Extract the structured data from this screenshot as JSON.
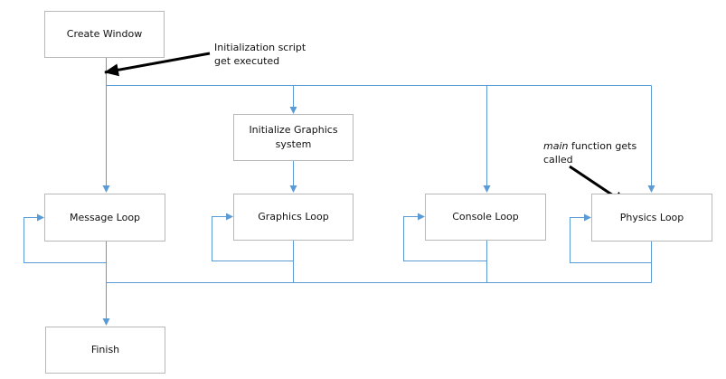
{
  "diagram": {
    "boxes": {
      "create_window": "Create Window",
      "init_graphics_line1": "Initialize Graphics",
      "init_graphics_line2": "system",
      "message_loop": "Message Loop",
      "graphics_loop": "Graphics Loop",
      "console_loop": "Console Loop",
      "physics_loop": "Physics Loop",
      "finish": "Finish"
    },
    "annotations": {
      "init_script_line1": "Initialization script",
      "init_script_line2": "get executed",
      "main_called_italic": "main",
      "main_called_rest": " function gets",
      "main_called_line2": "called"
    }
  },
  "colors": {
    "connector": "#5b9bd5",
    "box_border": "#b8b8b8",
    "annotation_arrow": "#000000"
  }
}
